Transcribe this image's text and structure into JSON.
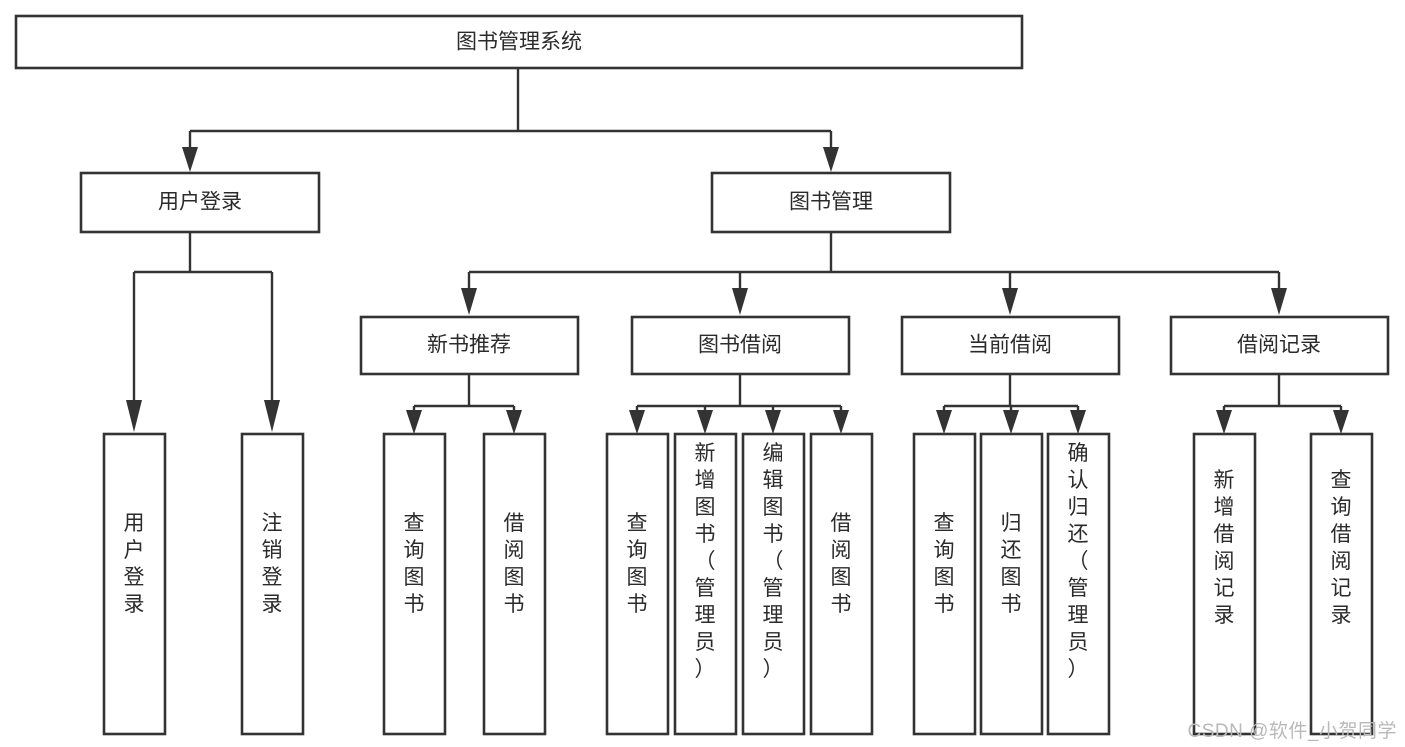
{
  "diagram": {
    "type": "tree-hierarchy",
    "title": "图书管理系统",
    "watermark": "CSDN @软件_小贺同学",
    "colors": {
      "box_stroke": "#333333",
      "box_fill": "#ffffff",
      "text": "#2b2b2b",
      "connector": "#333333",
      "watermark": "#b9b9b9",
      "background": "#ffffff"
    },
    "root": {
      "id": "root",
      "label": "图书管理系统",
      "level": 1
    },
    "level2": [
      {
        "id": "user-login",
        "label": "用户登录"
      },
      {
        "id": "book-manage",
        "label": "图书管理"
      }
    ],
    "level3": [
      {
        "id": "new-book-recommend",
        "label": "新书推荐",
        "parent": "book-manage"
      },
      {
        "id": "book-borrow",
        "label": "图书借阅",
        "parent": "book-manage"
      },
      {
        "id": "current-borrow",
        "label": "当前借阅",
        "parent": "book-manage"
      },
      {
        "id": "borrow-record",
        "label": "借阅记录",
        "parent": "book-manage"
      }
    ],
    "leaves": [
      {
        "id": "leaf-user-login",
        "label": "用户登录",
        "parent": "user-login"
      },
      {
        "id": "leaf-user-logout",
        "label": "注销登录",
        "parent": "user-login"
      },
      {
        "id": "leaf-query-book-1",
        "label": "查询图书",
        "parent": "new-book-recommend"
      },
      {
        "id": "leaf-borrow-book-1",
        "label": "借阅图书",
        "parent": "new-book-recommend"
      },
      {
        "id": "leaf-query-book-2",
        "label": "查询图书",
        "parent": "book-borrow"
      },
      {
        "id": "leaf-add-book",
        "label": "新增图书（管理员）",
        "parent": "book-borrow"
      },
      {
        "id": "leaf-edit-book",
        "label": "编辑图书（管理员）",
        "parent": "book-borrow"
      },
      {
        "id": "leaf-borrow-book-2",
        "label": "借阅图书",
        "parent": "book-borrow"
      },
      {
        "id": "leaf-query-book-3",
        "label": "查询图书",
        "parent": "current-borrow"
      },
      {
        "id": "leaf-return-book",
        "label": "归还图书",
        "parent": "current-borrow"
      },
      {
        "id": "leaf-confirm-return",
        "label": "确认归还（管理员）",
        "parent": "current-borrow"
      },
      {
        "id": "leaf-add-record",
        "label": "新增借阅记录",
        "parent": "borrow-record"
      },
      {
        "id": "leaf-query-record",
        "label": "查询借阅记录",
        "parent": "borrow-record"
      }
    ]
  }
}
